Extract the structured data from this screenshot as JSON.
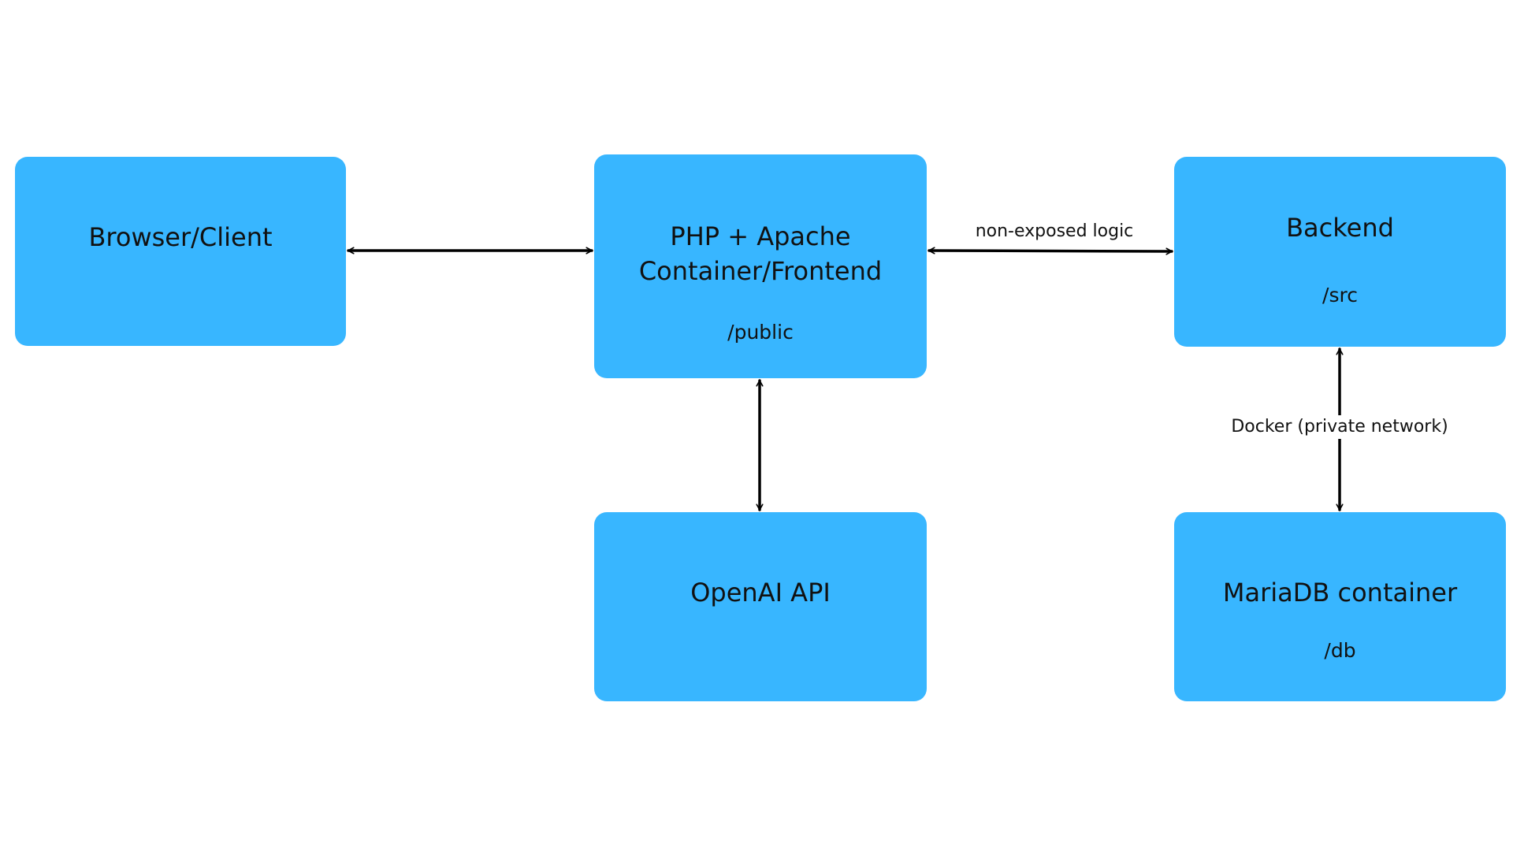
{
  "colors": {
    "node_fill": "#38B6FF",
    "edge_stroke": "#000000",
    "background": "#FFFFFF"
  },
  "nodes": {
    "browser": {
      "title": "Browser/Client"
    },
    "php": {
      "title_line1": "PHP + Apache",
      "title_line2": "Container/Frontend",
      "path": "/public"
    },
    "backend": {
      "title": "Backend",
      "path": "/src"
    },
    "openai": {
      "title": "OpenAI API"
    },
    "mariadb": {
      "title": "MariaDB container",
      "path": "/db"
    }
  },
  "edges": {
    "browser_php": {
      "label": "",
      "direction": "bidirectional"
    },
    "php_backend": {
      "label": "non-exposed logic",
      "direction": "bidirectional"
    },
    "php_openai": {
      "label": "",
      "direction": "bidirectional"
    },
    "backend_mariadb": {
      "label": "Docker (private network)",
      "direction": "bidirectional"
    }
  }
}
